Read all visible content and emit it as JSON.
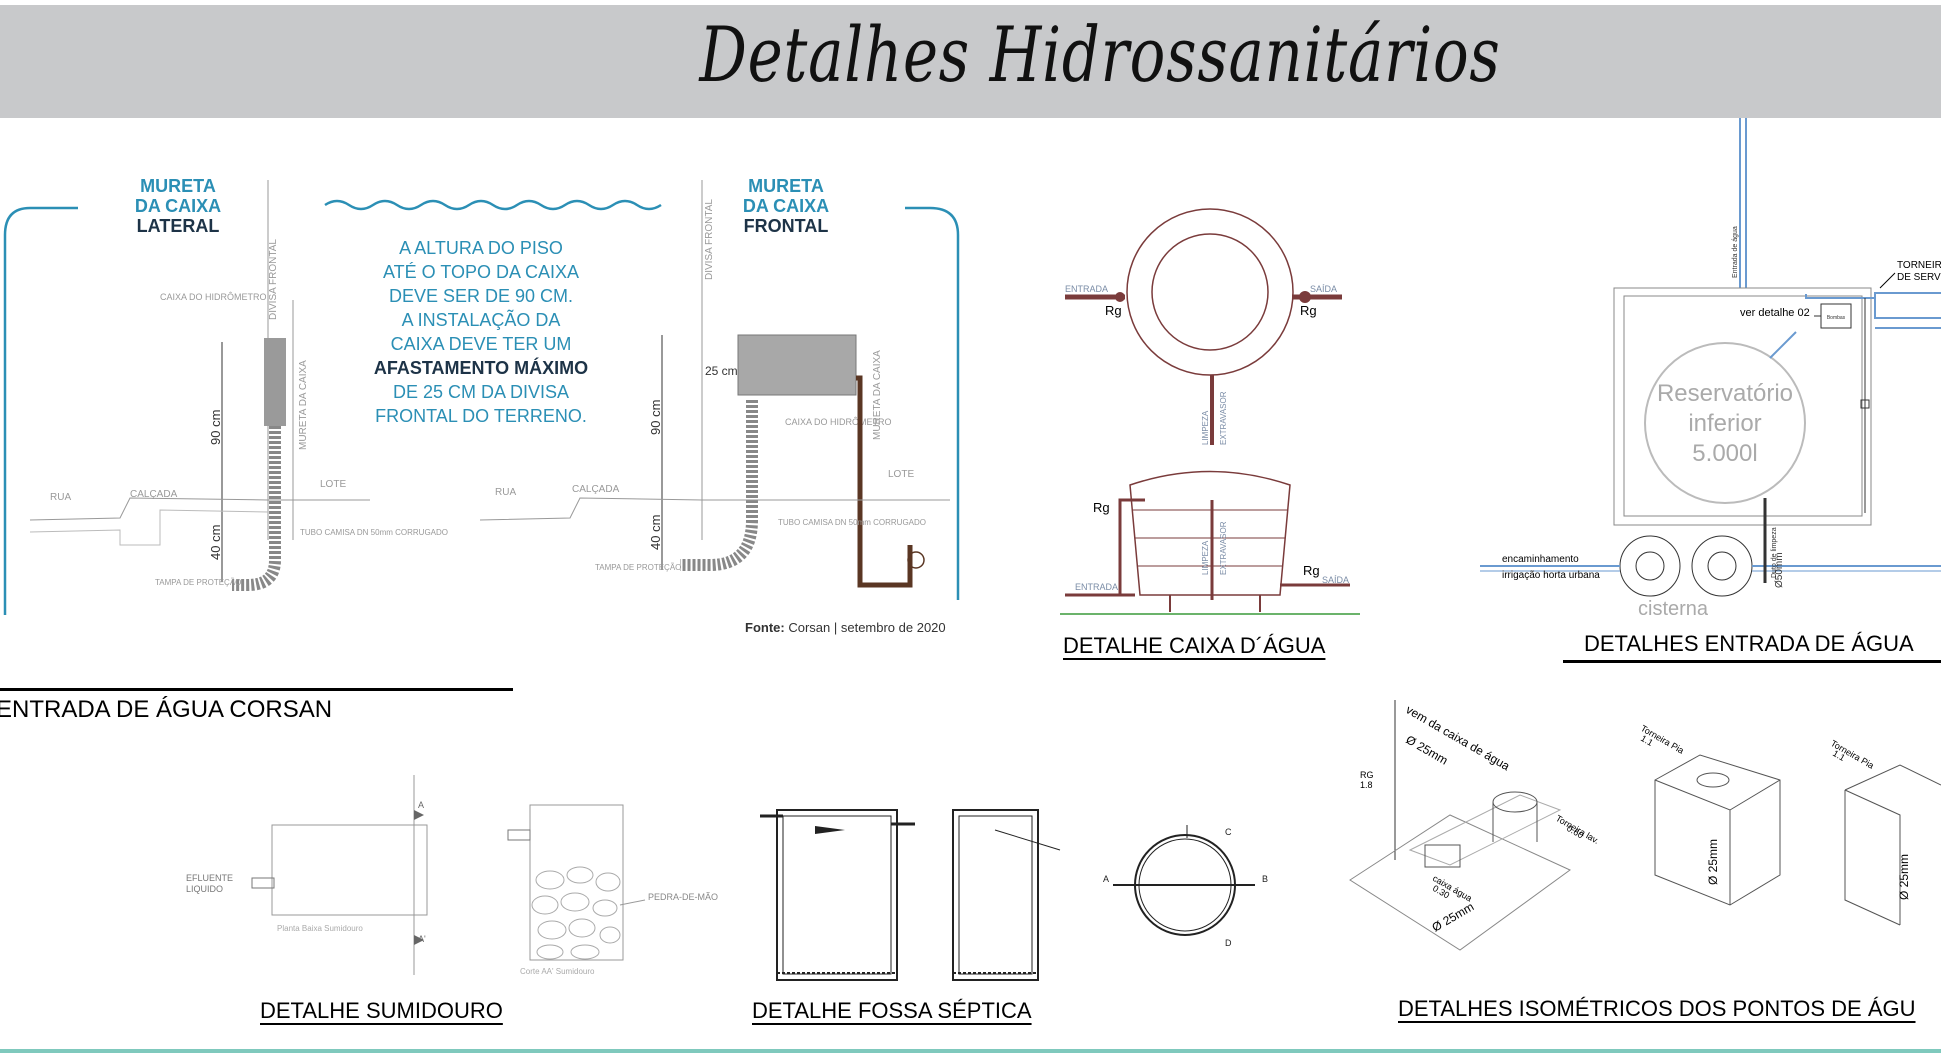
{
  "header": {
    "title": "Detalhes Hidrossanitários"
  },
  "corsan": {
    "mureta_lateral": [
      "MURETA",
      "DA CAIXA",
      "LATERAL"
    ],
    "mureta_frontal": [
      "MURETA",
      "DA CAIXA",
      "FRONTAL"
    ],
    "note_lines": [
      "A ALTURA DO PISO",
      "ATÉ O TOPO DA CAIXA",
      "DEVE SER DE 90 CM.",
      "A INSTALAÇÃO DA",
      "CAIXA DEVE TER UM",
      "AFASTAMENTO MÁXIMO",
      "DE 25 CM DA DIVISA",
      "FRONTAL DO TERRENO."
    ],
    "divisa_frontal": "DIVISA FRONTAL",
    "mureta_da_caixa": "MURETA DA CAIXA",
    "caixa_do_hidrometro": "CAIXA DO HIDRÔMETRO",
    "dim_90": "90 cm",
    "dim_40": "40 cm",
    "dim_25": "25 cm",
    "rua": "RUA",
    "calcada": "CALÇADA",
    "lote": "LOTE",
    "tubo_camisa": "TUBO CAMISA DN 50mm CORRUGADO",
    "tampa": "TAMPA DE PROTEÇÃO",
    "fonte_label": "Fonte:",
    "fonte_text": "Corsan | setembro de 2020",
    "caption": "ENTRADA DE ÁGUA CORSAN"
  },
  "caixa": {
    "entrada": "ENTRADA",
    "saida": "SAÍDA",
    "rg": "Rg",
    "limpeza": "LIMPEZA",
    "extravasor": "EXTRAVASOR",
    "caption": "DETALHE CAIXA D´ÁGUA"
  },
  "entrada_agua": {
    "reservatorio": [
      "Reservatório",
      "inferior",
      "5.000l"
    ],
    "ver_detalhe": "ver detalhe 02",
    "bombas": "Bombas",
    "torneira": [
      "TORNEIR",
      "DE SERV"
    ],
    "encaminhamento": "encaminhamento",
    "irrigacao": "irrigação horta urbana",
    "cisterna": "cisterna",
    "entrada_de_agua": "Entrada de água",
    "duto_limpeza": "Duto de limpeza",
    "dim_50": "Ø50mm",
    "caption": "DETALHES ENTRADA DE ÁGUA"
  },
  "sumidouro": {
    "efluente": [
      "EFLUENTE",
      "LIQUIDO"
    ],
    "planta": "Planta Baixa Sumidouro",
    "corte": "Corte AA' Sumidouro",
    "pedra": "PEDRA-DE-MÃO",
    "a": "A",
    "a2": "A'",
    "caption": "DETALHE SUMIDOURO"
  },
  "fossa": {
    "a": "A",
    "b": "B",
    "c": "C",
    "d": "D",
    "caption": "DETALHE FOSSA SÉPTICA"
  },
  "iso": {
    "vem": "vem da caixa de água",
    "d25": "Ø 25mm",
    "rg": "RG",
    "rg_h": "1.8",
    "torneira_lav": "Torneira lav.",
    "torneira_lav_h": "0.60",
    "caixa_agua": "caixa água",
    "caixa_agua_h": "0.30",
    "torneira_pia": "Torneira Pia",
    "torneira_pia_h": "1.1",
    "caption": "DETALHES ISOMÉTRICOS DOS PONTOS DE ÁGU"
  }
}
